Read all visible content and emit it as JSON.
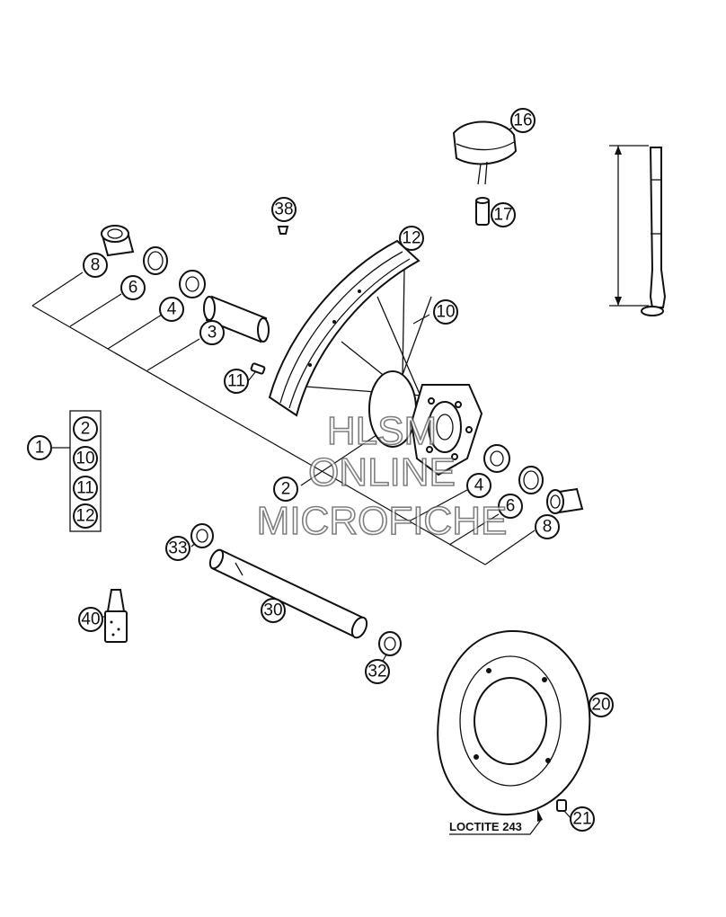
{
  "callouts": {
    "c1": "1",
    "c2a": "2",
    "c10a": "10",
    "c11a": "11",
    "c12a": "12",
    "c2": "2",
    "c3": "3",
    "c4a": "4",
    "c4b": "4",
    "c6a": "6",
    "c6b": "6",
    "c8a": "8",
    "c8b": "8",
    "c10": "10",
    "c11": "11",
    "c12": "12",
    "c16": "16",
    "c17": "17",
    "c20": "20",
    "c21": "21",
    "c30": "30",
    "c32": "32",
    "c33": "33",
    "c38": "38",
    "c40": "40"
  },
  "annotation": {
    "loctite": "LOCTITE 243"
  },
  "watermark": {
    "line1": "HLSM",
    "line2": "ONLINE",
    "line3": "MICROFICHE"
  }
}
